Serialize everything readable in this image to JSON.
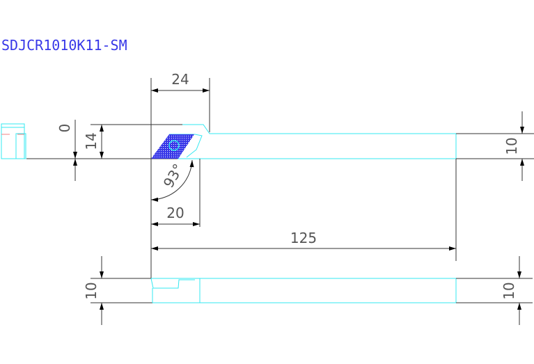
{
  "title": "SDJCR1010K11-SM",
  "dimensions": {
    "insert_length": "24",
    "offset": "0",
    "height": "14",
    "angle": "93°",
    "head_length": "20",
    "overall_length": "125",
    "shank_width": "10",
    "shank_height_left": "10",
    "shank_height_right": "10"
  },
  "colors": {
    "outline": "#33e8f0",
    "dimension": "#333333",
    "insert": "#3838e8",
    "title": "#3838e8",
    "hidden": "#f08080"
  }
}
